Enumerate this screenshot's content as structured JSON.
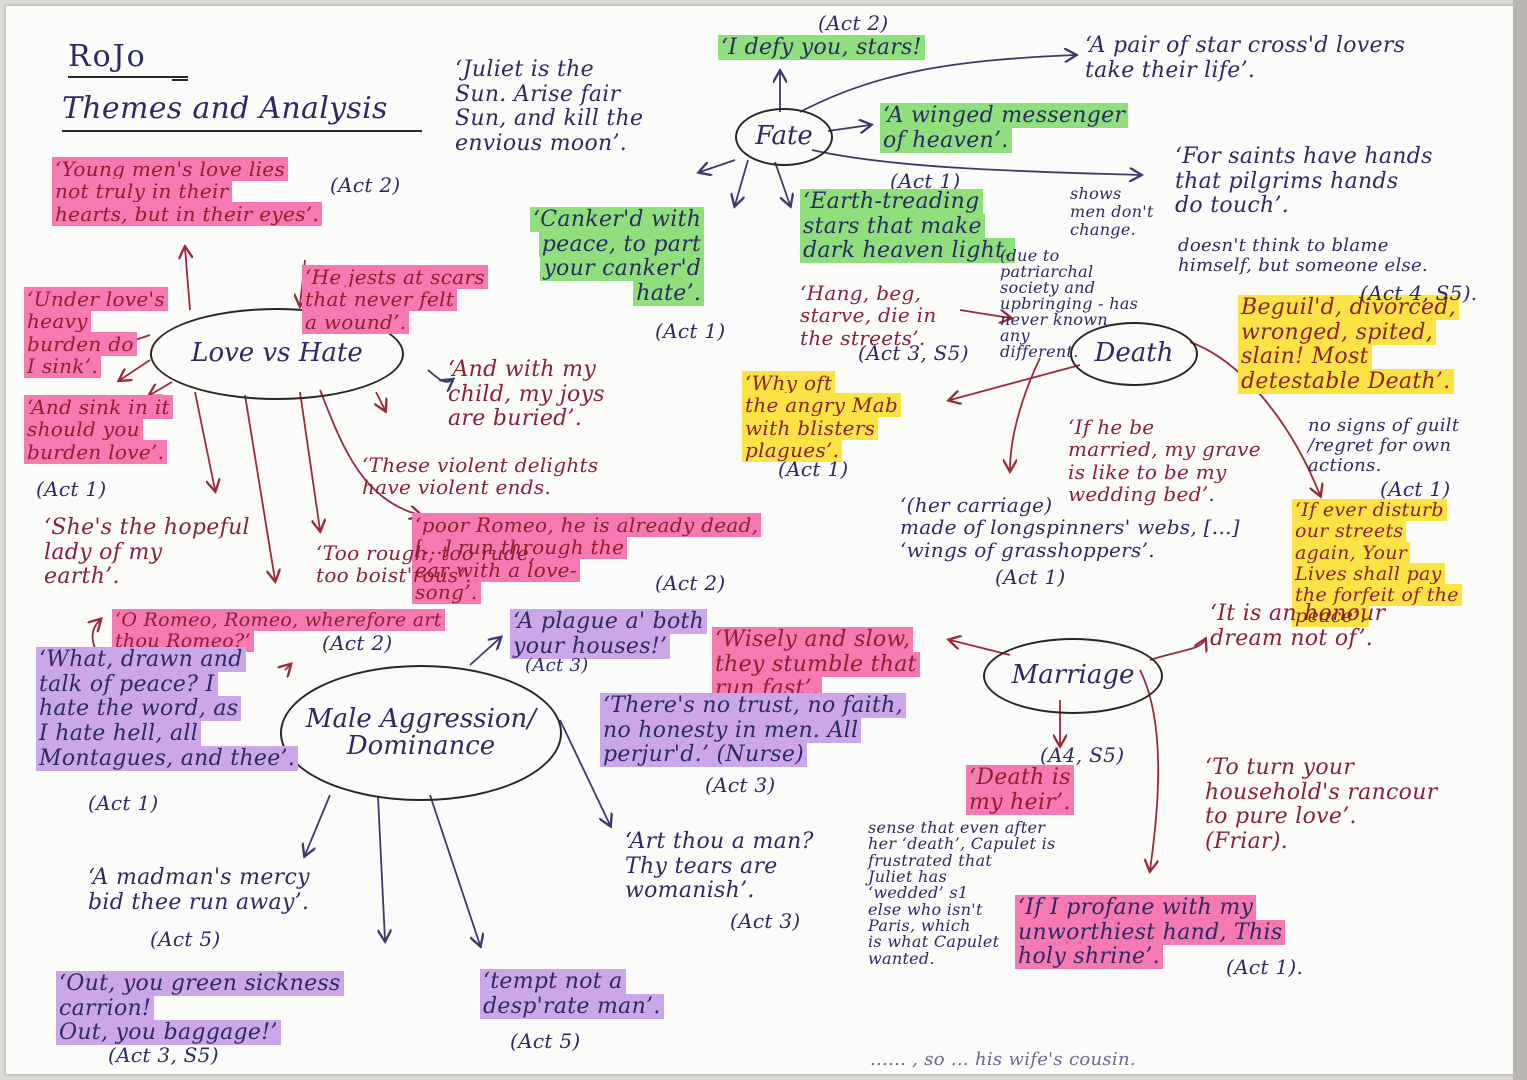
{
  "title": {
    "line1": "RoJo",
    "line2": "Themes and Analysis"
  },
  "hubs": {
    "fate": "Fate",
    "love_hate": "Love vs Hate",
    "death": "Death",
    "marriage": "Marriage",
    "male": "Male Aggression/\nDominance"
  },
  "notes": {
    "juliet_sun": "‘Juliet is the\nSun. Arise fair\nSun, and kill the\nenvious moon’.",
    "act2_top": "(Act 2)",
    "defy": "‘I defy you, stars!",
    "pair": "‘A pair of star cross'd lovers\ntake their life’.",
    "winged": "‘A winged messenger\nof heaven’.",
    "act1_earth": "(Act 1)",
    "earth": "‘Earth-treading\nstars that make\ndark heaven light.",
    "saints": "‘For saints have hands\nthat pilgrims hands\ndo touch’.",
    "shows": "shows\nmen don't\nchange.",
    "doesnt": "doesn't think to blame\nhimself, but someone else.",
    "patriarchal": "(due to\npatriarchal\nsociety and\nupbringing - has\nnever known\nany\ndifferent.",
    "canker": "‘Canker'd with\npeace, to part\nyour canker'd\nhate’.",
    "canker_act": "(Act 1)",
    "hang": "‘Hang, beg,\nstarve, die in\nthe streets’.",
    "hang_act": "(Act 3, S5)",
    "beguild": "Beguil'd, divorced,\nwronged, spited,\nslain! Most\ndetestable Death’.",
    "beguild_act": "(Act 4, S5).",
    "no_signs": "no signs of guilt\n/regret for own\nactions.",
    "act1_right": "(Act 1)",
    "if_ever": "‘If ever disturb\nour streets\nagain, Your\nLives shall pay\nthe forfeit of the\npeace’.",
    "honour": "‘It is an honour\ndream not of’.",
    "young_men": "‘Young men's love lies\nnot truly in their\nhearts, but in their eyes’.",
    "young_act": "(Act 2)",
    "jests": "‘He jests at scars\nthat never felt\na wound’.",
    "under": "‘Under love's\nheavy\nburden do\nI sink’.",
    "sink": "‘And sink in it\nshould you\nburden love’.",
    "sink_act": "(Act 1)",
    "hopeful": "‘She's the hopeful\nlady of my\nearth’.",
    "child": "‘And with my\nchild, my joys\nare buried’.",
    "violent": "‘These violent delights\nhave violent ends.",
    "mab": "‘Why oft\nthe angry Mab\nwith blisters\nplagues’.",
    "mab_act": "(Act 1)",
    "husband": "‘If he be\nmarried, my grave\nis like to be my\nwedding bed’.",
    "carriage": "‘(her carriage)\nmade of longspinners' webs, [...]\n‘wings of grasshoppers’.",
    "carriage_act": "(Act 1)",
    "poor_romeo": "‘poor Romeo, he is already dead,\n[...] run through the\near with a love-\nsong’.",
    "poor_act": "(Act 2)",
    "too_rough": "‘Too rough, too rude,\ntoo boist'rous’.",
    "wherefore": "‘O Romeo, Romeo, wherefore art\nthou Romeo?’",
    "wherefore_act": "(Act 2)",
    "plague": "‘A plague a' both\nyour houses!’",
    "plague_act": "(Act 3)",
    "wisely": "‘Wisely and slow,\nthey stumble that\nrun fast’.",
    "drawn": "‘What, drawn and\ntalk of peace? I\nhate the word, as\nI hate hell, all\nMontagues, and thee’.",
    "drawn_act": "(Act 1)",
    "no_trust": "‘There's no trust, no faith,\nno honesty in men. All\nperjur'd.’ (Nurse)",
    "no_trust_act": "(Act 3)",
    "a4s5": "(A4, S5)",
    "death_heir": "‘Death is\nmy heir’.",
    "sense": "sense that even after\nher ‘death’, Capulet is\nfrustrated that\nJuliet has\n‘wedded’ s1\nelse who isn't\nParis, which\nis what Capulet\nwanted.",
    "turn": "‘To turn your\nhousehold's rancour\nto pure love’.\n(Friar).",
    "madman": "‘A madman's mercy\nbid thee run away’.",
    "madman_act": "(Act 5)",
    "art_thou": "‘Art thou a man?\nThy tears are\nwomanish’.",
    "art_act": "(Act 3)",
    "profane": "‘If I profane with my\nunworthiest hand, This\nholy shrine’.",
    "profane_act": "(Act 1).",
    "green": "‘Out, you green sickness\ncarrion!\nOut, you baggage!’",
    "green_act": "(Act 3, S5)",
    "tempt": "‘tempt not a\ndesp'rate man’.",
    "tempt_act": "(Act 5)",
    "bottom_cut": "...... , so ... his wife's cousin."
  },
  "colors": {
    "pink": "#f779b1",
    "purple": "#cba6e8",
    "green": "#8fe07c",
    "yellow": "#fbe346",
    "navy_ink": "#2c2a62",
    "red_ink": "#8a2130",
    "black_ink": "#2a2626"
  }
}
